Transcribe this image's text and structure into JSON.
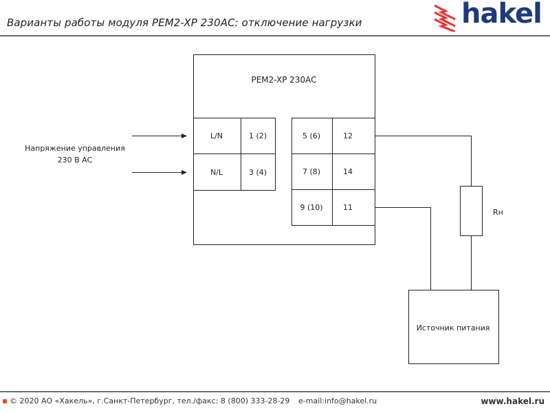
{
  "header": {
    "title": "Варианты работы модуля PEM2-XP 230AC: отключение нагрузки",
    "logo_text": "hakel",
    "logo_reg": "®",
    "logo_icon": "lightning-bolts-icon",
    "accent_color": "#e53935",
    "brand_color": "#1e3a7a"
  },
  "diagram": {
    "module_title": "PEM2-XP 230AC",
    "control_label_line1": "Напряжение управления",
    "control_label_line2": "230 В АС",
    "input_terminals": [
      {
        "name": "L/N",
        "pins": "1 (2)"
      },
      {
        "name": "N/L",
        "pins": "3 (4)"
      }
    ],
    "output_terminals": [
      {
        "pin_a": "5 (6)",
        "pin_b": "12"
      },
      {
        "pin_a": "7 (8)",
        "pin_b": "14"
      },
      {
        "pin_a": "9 (10)",
        "pin_b": "11"
      }
    ],
    "load_label": "Rн",
    "source_label": "Источник питания"
  },
  "footer": {
    "copyright": "© 2020 АО «Хакель», г.Санкт-Петербург, тел./факс: 8 (800) 333-28-29",
    "email": "e-mail:info@hakel.ru",
    "website": "www.hakel.ru"
  }
}
